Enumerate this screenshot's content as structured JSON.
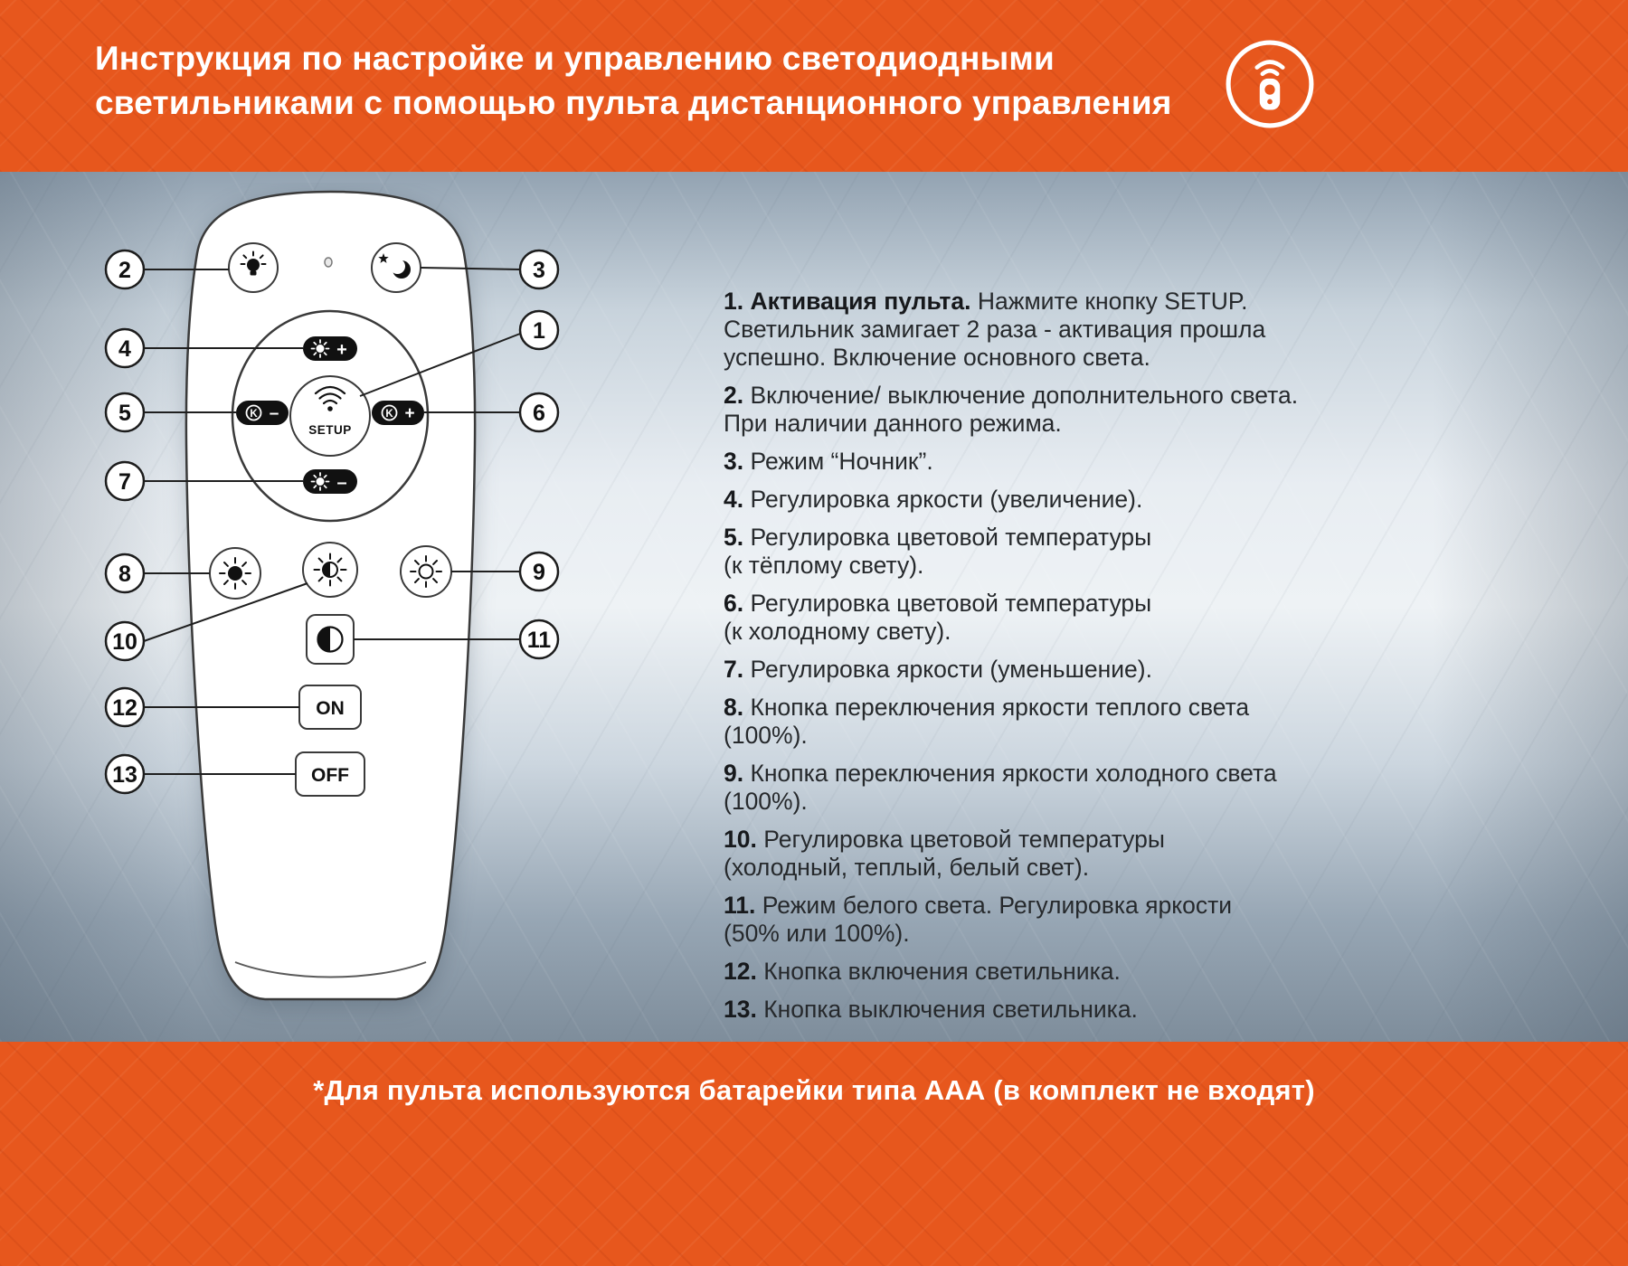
{
  "header": {
    "title_line1": "Инструкция по настройке и управлению светодиодными",
    "title_line2": "светильниками с помощью пульта дистанционного управления"
  },
  "remote": {
    "setup": "SETUP",
    "on": "ON",
    "off": "OFF",
    "plus": "+",
    "minus": "–",
    "kelvin": "K"
  },
  "callouts": [
    "1",
    "2",
    "3",
    "4",
    "5",
    "6",
    "7",
    "8",
    "9",
    "10",
    "11",
    "12",
    "13"
  ],
  "instructions": [
    {
      "num": "1.",
      "lead": "Активация пульта.",
      "text": "Нажмите кнопку SETUP.\nСветильник замигает 2 раза - активация прошла\nуспешно. Включение основного света."
    },
    {
      "num": "2.",
      "text": "Включение/ выключение дополнительного света.\nПри наличии данного режима."
    },
    {
      "num": "3.",
      "text": "Режим “Ночник”."
    },
    {
      "num": "4.",
      "text": "Регулировка яркости (увеличение)."
    },
    {
      "num": "5.",
      "text": "Регулировка цветовой температуры\n(к тёплому свету)."
    },
    {
      "num": "6.",
      "text": "Регулировка цветовой температуры\n(к холодному свету)."
    },
    {
      "num": "7.",
      "text": "Регулировка яркости (уменьшение)."
    },
    {
      "num": "8.",
      "text": "Кнопка переключения яркости теплого света\n(100%)."
    },
    {
      "num": "9.",
      "text": "Кнопка переключения яркости холодного света\n(100%)."
    },
    {
      "num": "10.",
      "text": "Регулировка цветовой температуры\n(холодный, теплый, белый свет)."
    },
    {
      "num": "11.",
      "text": "Режим белого света. Регулировка яркости\n(50% или 100%)."
    },
    {
      "num": "12.",
      "text": "Кнопка включения светильника."
    },
    {
      "num": "13.",
      "text": "Кнопка выключения светильника."
    }
  ],
  "footer": {
    "note": "*Для пульта используются батарейки типа ААА (в комплект не входят)"
  },
  "colors": {
    "accent_orange": "#e7571d",
    "text_dark": "#26292c"
  }
}
